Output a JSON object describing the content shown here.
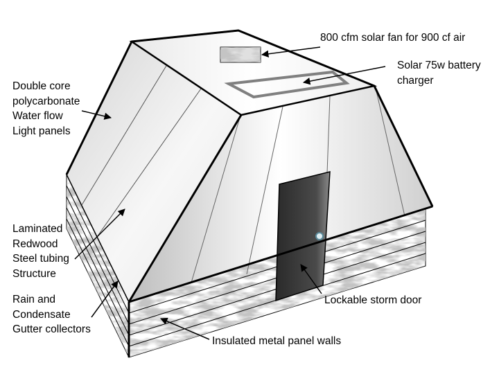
{
  "labels": {
    "fan": [
      "800 cfm solar fan for 900 cf air"
    ],
    "solar_charger": [
      "Solar 75w battery",
      "charger"
    ],
    "polycarbonate": [
      "Double core",
      "polycarbonate",
      "Water flow",
      "Light panels"
    ],
    "redwood": [
      "Laminated",
      "Redwood",
      "Steel tubing",
      "Structure"
    ],
    "gutter": [
      "Rain and",
      "Condensate",
      "Gutter collectors"
    ],
    "door": [
      "Lockable storm door"
    ],
    "walls": [
      "Insulated metal panel walls"
    ]
  },
  "colors": {
    "outline": "#000000",
    "panel_light": "#ffffff",
    "panel_shade": "#c8c8c8",
    "door_dark": "#2a2a2a",
    "door_light": "#8a8a8a",
    "solar_frame": "#808080",
    "knob": "#5a8a9a"
  }
}
